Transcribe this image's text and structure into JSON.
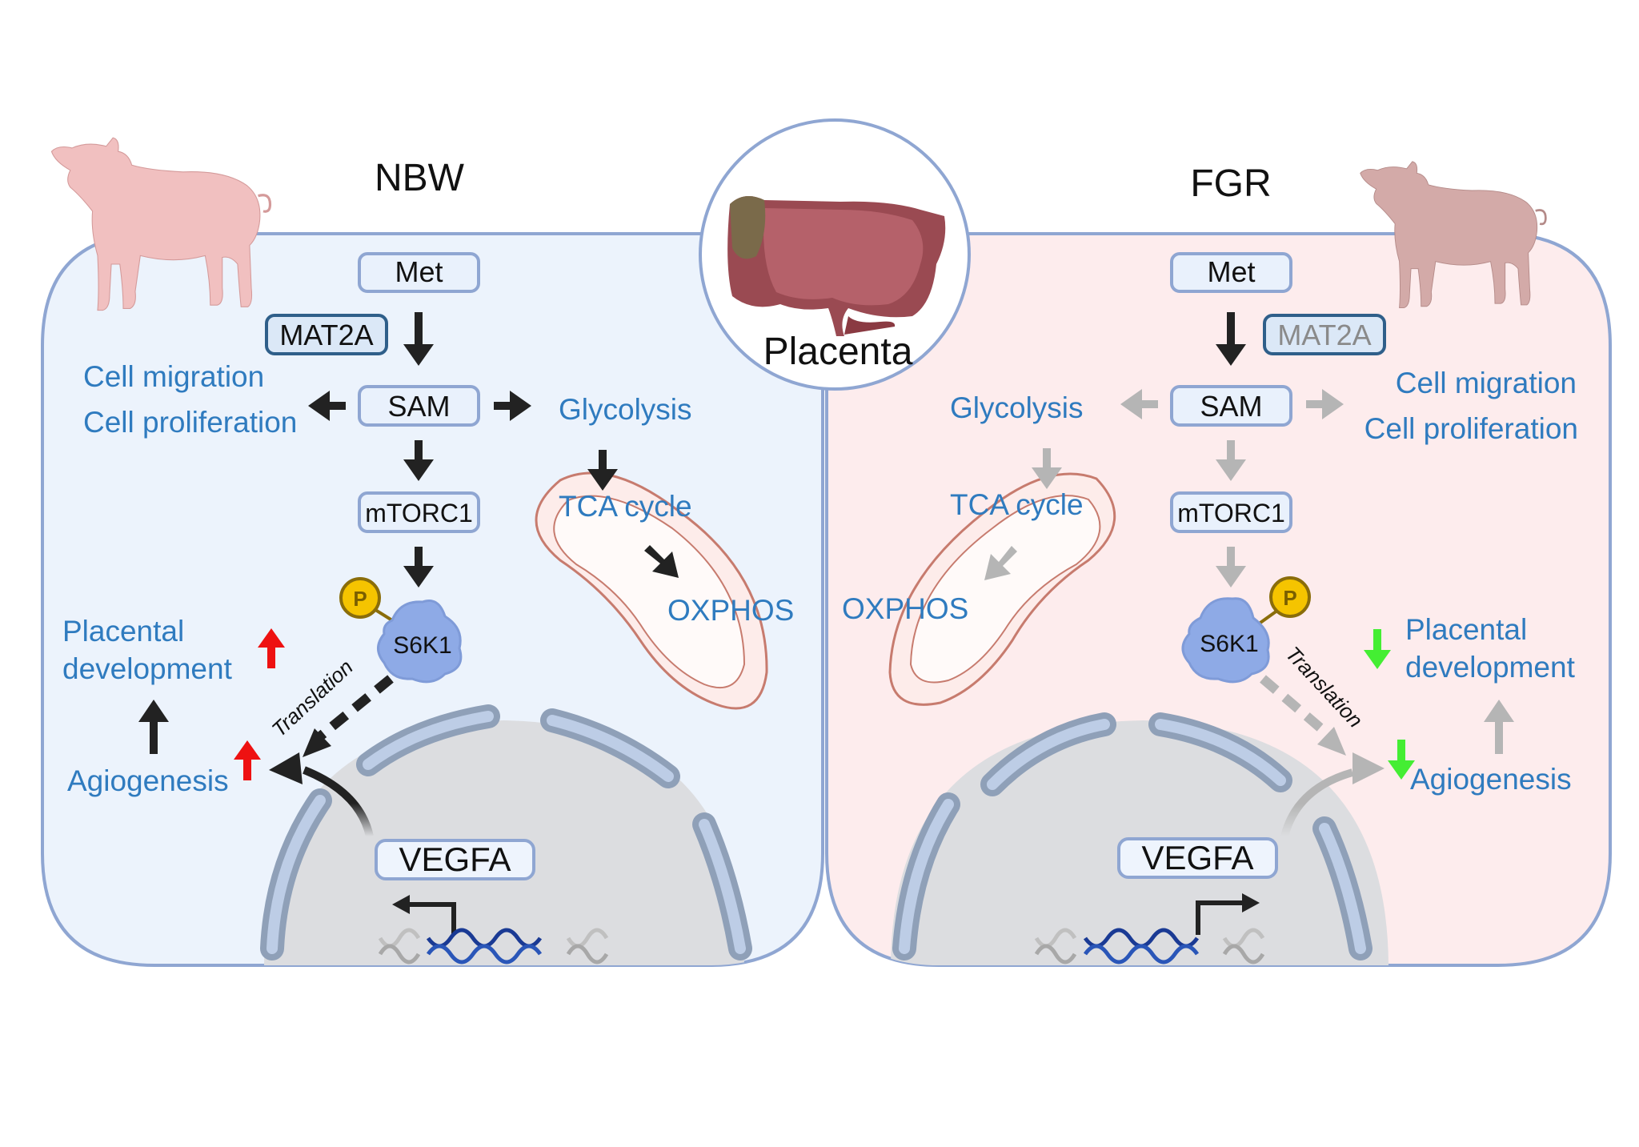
{
  "figure": {
    "center_label": "Placenta",
    "colors": {
      "nbw_bg": "#ecf3fc",
      "fgr_bg": "#fdeced",
      "panel_border": "#8fa6d2",
      "text_blue": "#2f7bbf",
      "arrow_active": "#222222",
      "arrow_inactive": "#b5b5b5",
      "up_arrow": "#ee1111",
      "down_arrow": "#44ee33",
      "phospho": "#f5c400",
      "protein": "#8eaae6",
      "nucleus": "#dcdde0",
      "pore": "#bdcde6",
      "dna": "#1a3a94"
    }
  },
  "nbw": {
    "title": "NBW",
    "met": "Met",
    "mat2a": "MAT2A",
    "sam": "SAM",
    "mtorc1": "mTORC1",
    "s6k1": "S6K1",
    "phospho": "P",
    "cell_migration": "Cell migration",
    "cell_proliferation": "Cell proliferation",
    "glycolysis": "Glycolysis",
    "tca": "TCA cycle",
    "oxphos": "OXPHOS",
    "placental_line1": "Placental",
    "placental_line2": "development",
    "angiogenesis": "Agiogenesis",
    "translation": "Translation",
    "vegfa": "VEGFA",
    "trend": "up"
  },
  "fgr": {
    "title": "FGR",
    "met": "Met",
    "mat2a": "MAT2A",
    "sam": "SAM",
    "mtorc1": "mTORC1",
    "s6k1": "S6K1",
    "phospho": "P",
    "cell_migration": "Cell migration",
    "cell_proliferation": "Cell proliferation",
    "glycolysis": "Glycolysis",
    "tca": "TCA cycle",
    "oxphos": "OXPHOS",
    "placental_line1": "Placental",
    "placental_line2": "development",
    "angiogenesis": "Agiogenesis",
    "translation": "Translation",
    "vegfa": "VEGFA",
    "trend": "down"
  }
}
